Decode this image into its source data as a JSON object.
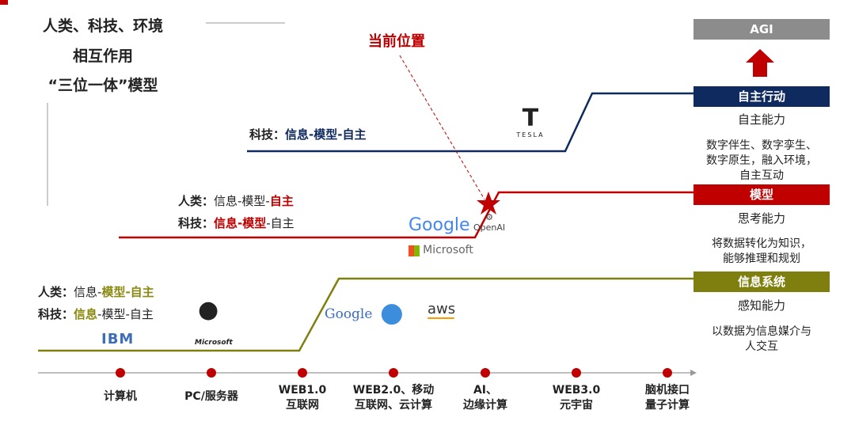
{
  "title": {
    "line1": "人类、科技、环境",
    "line2": "相互作用",
    "line3": "“三位一体”模型"
  },
  "current_position": "当前位置",
  "colors": {
    "navy": "#0f2a5e",
    "red": "#c00000",
    "olive": "#7f7f0f",
    "gray": "#8c8c8c"
  },
  "navy_row": {
    "tech_prefix": "科技：",
    "tech_value": "信息-模型-自主"
  },
  "red_row": {
    "human_prefix": "人类：",
    "human_plain": "信息-模型-",
    "human_bold": "自主",
    "tech_prefix": "科技：",
    "tech_bold": "信息-模型",
    "tech_plain": "-自主"
  },
  "olive_row": {
    "human_prefix": "人类：",
    "human_plain": "信息-",
    "human_bold": "模型-自主",
    "tech_prefix": "科技：",
    "tech_bold": "信息",
    "tech_plain": "-模型-自主"
  },
  "logos": {
    "tesla": "TESLA",
    "google": "Google",
    "microsoft": "Microsoft",
    "openai": "OpenAI",
    "ibm": "IBM",
    "microsoft_old": "Microsoft",
    "google_old": "Google",
    "aws": "aws"
  },
  "right": {
    "agi": "AGI",
    "autonomy": {
      "label": "自主行动",
      "sub": "自主能力",
      "desc1": "数字伴生、数字孪生、",
      "desc2": "数字原生，融入环境，",
      "desc3": "自主互动"
    },
    "model": {
      "label": "模型",
      "sub": "思考能力",
      "desc1": "将数据转化为知识，",
      "desc2": "能够推理和规划"
    },
    "info": {
      "label": "信息系统",
      "sub": "感知能力",
      "desc1": "以数据为信息媒介与",
      "desc2": "人交互"
    }
  },
  "timeline": [
    {
      "l1": "计算机",
      "l2": ""
    },
    {
      "l1": "PC/服务器",
      "l2": ""
    },
    {
      "l1": "WEB1.0",
      "l2": "互联网"
    },
    {
      "l1": "WEB2.0、移动",
      "l2": "互联网、云计算"
    },
    {
      "l1": "AI、",
      "l2": "边缘计算"
    },
    {
      "l1": "WEB3.0",
      "l2": "元宇宙"
    },
    {
      "l1": "脑机接口",
      "l2": "量子计算"
    }
  ]
}
